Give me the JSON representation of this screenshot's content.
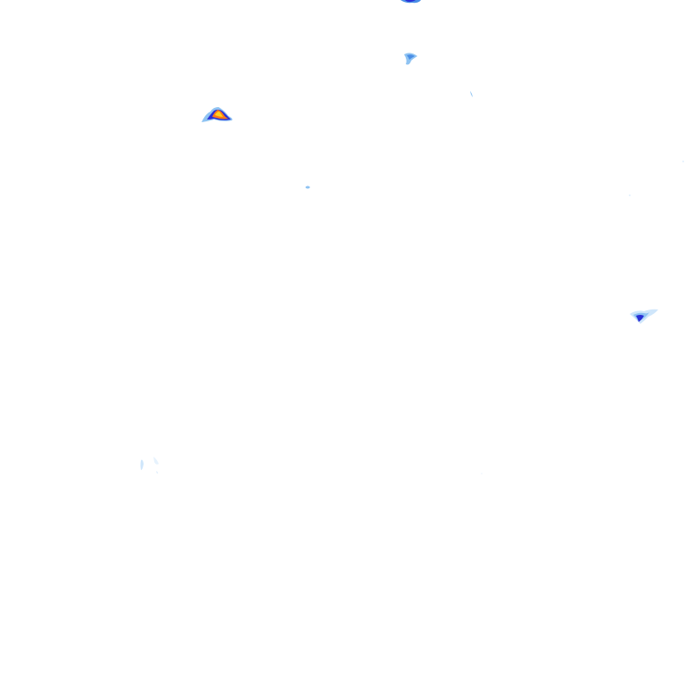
{
  "map": {
    "type": "precipitation-radar-overlay",
    "background_color": "#ffffff",
    "intensity_palette": {
      "very_light": "#cfe6fb",
      "light": "#8fc3f2",
      "moderate": "#4a8ee6",
      "heavy": "#2a2fd6",
      "very_heavy": "#ff7a1a",
      "extreme": "#ffd21f"
    },
    "echoes": [
      {
        "id": "cell-top-edge",
        "intensity": "heavy"
      },
      {
        "id": "cell-upper-center",
        "intensity": "moderate"
      },
      {
        "id": "cell-speck-upper-right",
        "intensity": "light"
      },
      {
        "id": "cell-upper-left-storm",
        "intensity": "extreme"
      },
      {
        "id": "cell-speck-center-left",
        "intensity": "light"
      },
      {
        "id": "cell-east",
        "intensity": "heavy"
      },
      {
        "id": "cell-southwest-faint",
        "intensity": "very_light"
      }
    ]
  }
}
